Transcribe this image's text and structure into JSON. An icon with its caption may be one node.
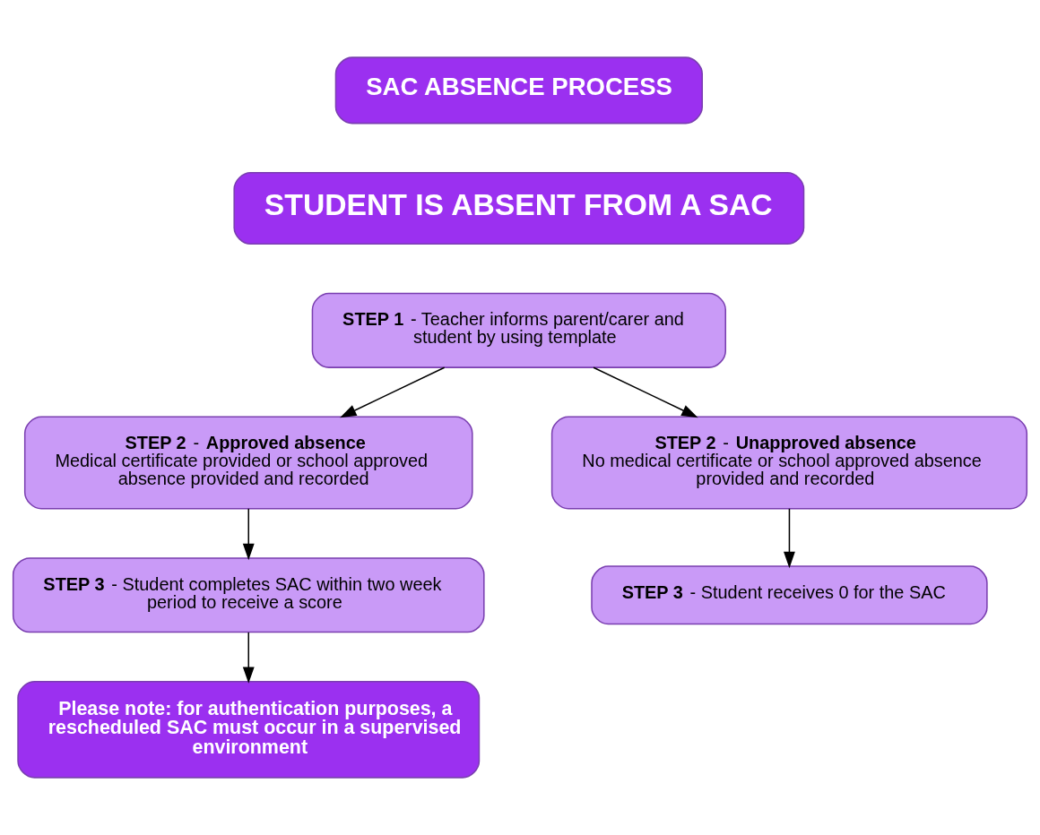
{
  "diagram": {
    "nodes": [
      {
        "text": [
          "SAC ABSENCE PROCESS"
        ]
      },
      {
        "text": [
          "STUDENT IS ABSENT FROM A SAC"
        ]
      },
      {
        "text": [
          "**STEP 1** - Teacher informs parent/carer and student by using template"
        ]
      },
      {
        "text": [
          "**STEP 2** - **Approved absence**",
          "Medical certificate provided or school approved absence provided and recorded"
        ]
      },
      {
        "text": [
          "**STEP 2** - **Unapproved absence**",
          "No medical certificate or school approved absence provided and recorded"
        ]
      },
      {
        "text": [
          "**STEP 3** - Student completes SAC within two week period to receive a score"
        ]
      },
      {
        "text": [
          "**STEP 3** - Student receives 0 for the SAC"
        ]
      },
      {
        "text": [
          "Please note: for authentication purposes, a rescheduled SAC must occur in a supervised environment"
        ]
      }
    ],
    "edges": [
      {
        "from": 2,
        "to": 3,
        "arrow": "to"
      },
      {
        "from": 2,
        "to": 4,
        "arrow": "to"
      },
      {
        "from": 3,
        "to": 5,
        "arrow": "to"
      },
      {
        "from": 4,
        "to": 6,
        "arrow": "to"
      },
      {
        "from": 5,
        "to": 7,
        "arrow": "to"
      }
    ]
  }
}
